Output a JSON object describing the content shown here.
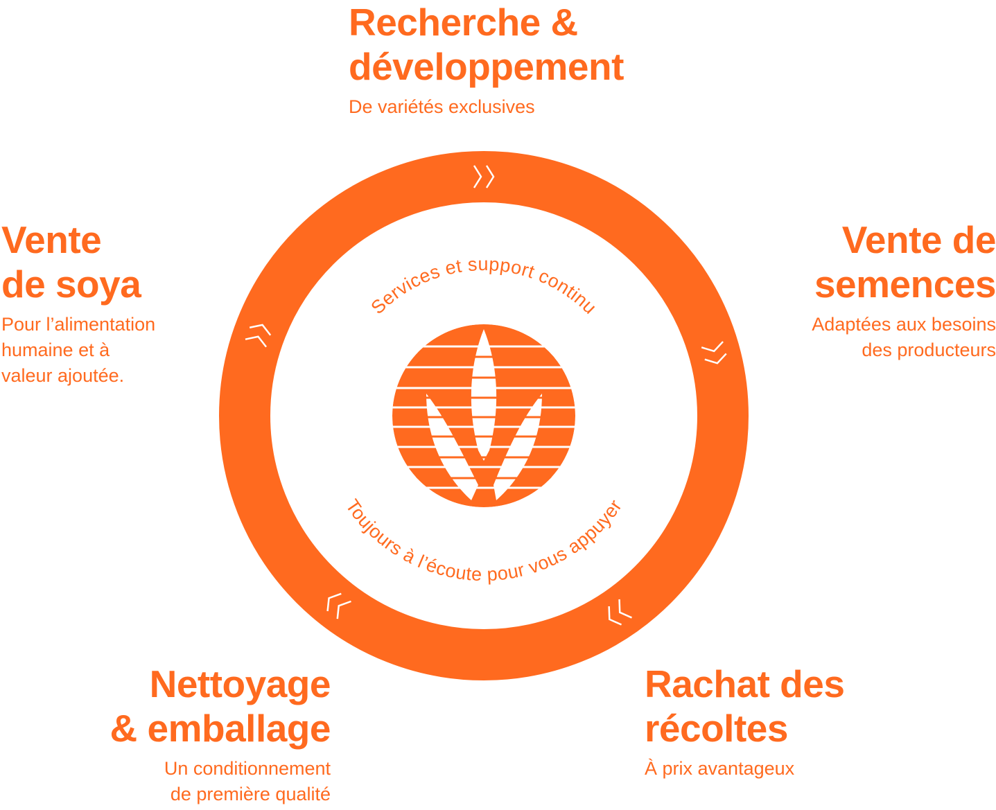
{
  "colors": {
    "accent": "#FF6A1F",
    "background": "#FFFFFF"
  },
  "stages": {
    "rd": {
      "title1": "Recherche &",
      "title2": "développement",
      "sub1": "De variétés exclusives"
    },
    "seeds": {
      "title1": "Vente de",
      "title2": "semences",
      "sub1": "Adaptées aux besoins",
      "sub2": "des producteurs"
    },
    "harvest": {
      "title1": "Rachat des",
      "title2": "récoltes",
      "sub1": "À prix avantageux"
    },
    "cleaning": {
      "title1": "Nettoyage",
      "title2": "& emballage",
      "sub1": "Un conditionnement",
      "sub2": "de première qualité"
    },
    "soy": {
      "title1": "Vente",
      "title2": "de soya",
      "sub1": "Pour l’alimentation",
      "sub2": "humaine et à",
      "sub3": "valeur ajoutée."
    }
  },
  "center": {
    "top_arc_text": "Services et support continu",
    "bottom_arc_text": "Toujours à l’écoute pour vous appuyer",
    "logo_icon": "soy-leaf-globe-logo"
  }
}
